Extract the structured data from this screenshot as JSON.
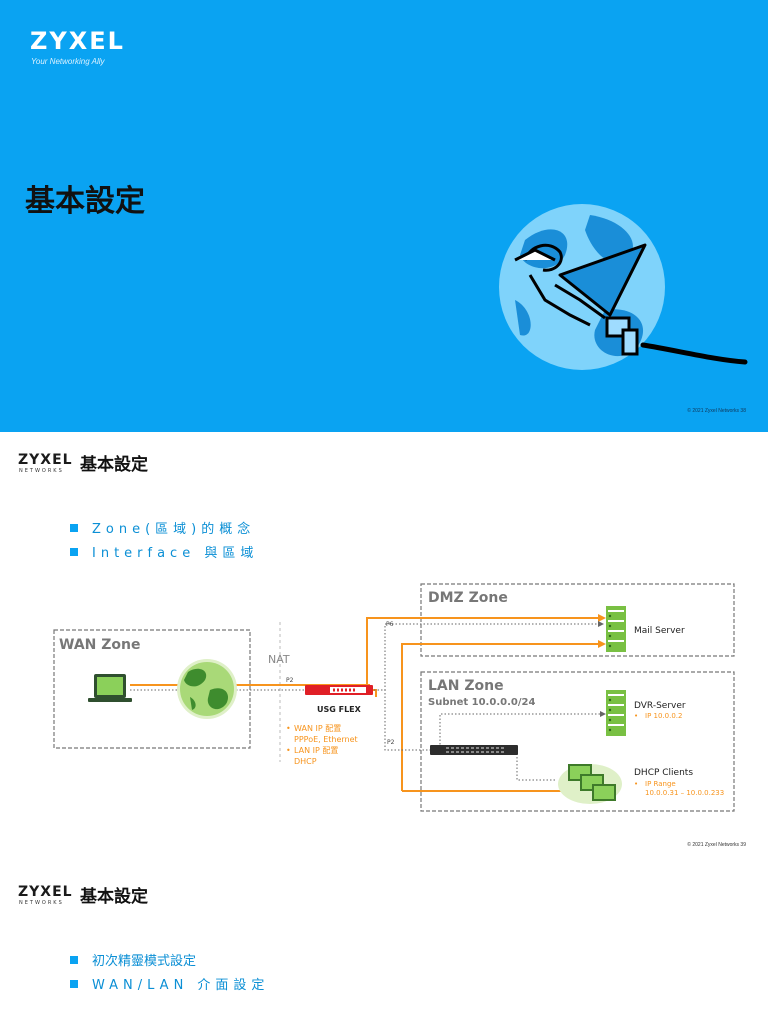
{
  "slide1": {
    "brand": "ZYXEL",
    "tagline": "Your Networking Ally",
    "title": "基本設定",
    "footer": "© 2021 Zyxel Networks  38"
  },
  "slide2": {
    "brand": "ZYXEL",
    "brand_sub": "NETWORKS",
    "title": "基本設定",
    "bullets": [
      "Zone(區域)的概念",
      "Interface 與區域"
    ],
    "diagram": {
      "wan_zone": "WAN Zone",
      "dmz_zone": "DMZ Zone",
      "lan_zone": "LAN Zone",
      "lan_subnet": "Subnet 10.0.0.0/24",
      "nat": "NAT",
      "device": "USG FLEX",
      "port_p2": "P2",
      "port_p6": "P6",
      "port_p2_lan": "P2",
      "wan_notes": [
        "WAN IP 配置",
        "PPPoE, Ethernet",
        "LAN IP 配置",
        "DHCP"
      ],
      "mail_server": "Mail Server",
      "dvr_server": "DVR-Server",
      "dvr_ip": "IP 10.0.0.2",
      "dhcp_clients": "DHCP Clients",
      "dhcp_range_label": "IP Range",
      "dhcp_range": "10.0.0.31 – 10.0.0.233"
    },
    "footer": "© 2021 Zyxel Networks  39",
    "colors": {
      "accent": "#0aa3f2",
      "wire": "#f7941d",
      "device": "#e01f26",
      "server": "#79c043"
    }
  },
  "slide3": {
    "brand": "ZYXEL",
    "brand_sub": "NETWORKS",
    "title": "基本設定",
    "bullets": [
      "初次精靈模式設定",
      "WAN/LAN 介面設定"
    ]
  }
}
